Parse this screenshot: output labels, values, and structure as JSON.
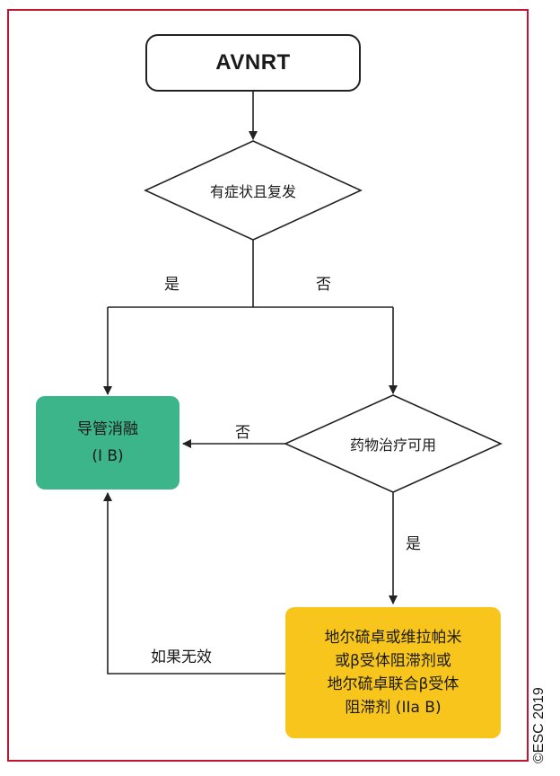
{
  "start": {
    "label": "AVNRT"
  },
  "decision1": {
    "label": "有症状且复发"
  },
  "decision2": {
    "label": "药物治疗可用"
  },
  "catheter": {
    "title": "导管消融",
    "class": "(I B)"
  },
  "drug": {
    "line1": "地尔硫卓或维拉帕米",
    "line2": "或β受体阻滞剂或",
    "line3": "地尔硫卓联合β受体",
    "line4": "阻滞剂 (IIa B)"
  },
  "edges": {
    "yes1": "是",
    "no1": "否",
    "no2": "否",
    "yes2": "是",
    "if_ineffective": "如果无效"
  },
  "copyright": "©ESC 2019",
  "colors": {
    "frame": "#c0152f",
    "green": "#3db58a",
    "yellow": "#f7c51c"
  }
}
